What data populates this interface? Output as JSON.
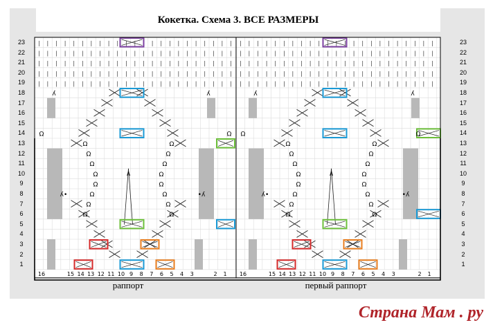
{
  "title": "Кокетка. Схема 3. ВСЕ РАЗМЕРЫ",
  "rows": [
    "1",
    "2",
    "3",
    "4",
    "5",
    "6",
    "7",
    "8",
    "9",
    "10",
    "11",
    "12",
    "13",
    "14",
    "15",
    "16",
    "17",
    "18",
    "19",
    "20",
    "21",
    "22",
    "23"
  ],
  "left_panel": {
    "bottom_numbers": [
      "16",
      "15",
      "14",
      "13",
      "12",
      "11",
      "10",
      "9",
      "8",
      "7",
      "6",
      "5",
      "4",
      "3",
      "2",
      "1"
    ],
    "label": "раппорт"
  },
  "right_panel": {
    "bottom_numbers": [
      "16",
      "15",
      "14",
      "13",
      "12",
      "11",
      "10",
      "9",
      "8",
      "7",
      "6",
      "5",
      "4",
      "3",
      "2",
      "1"
    ],
    "label": "первый раппорт"
  },
  "stitch_symbols": {
    "knit": "|",
    "twisted": "Ω",
    "cross": "✕",
    "decrease_left": "ʎ",
    "bobble": "•"
  },
  "colors": {
    "purple": "#7b3fa0",
    "cyan": "#1a9ad6",
    "green": "#6cbf3a",
    "red": "#d42a2a",
    "orange": "#e87d1e",
    "gray": "#b8b8b8"
  },
  "watermark": "Страна Мам . ру"
}
